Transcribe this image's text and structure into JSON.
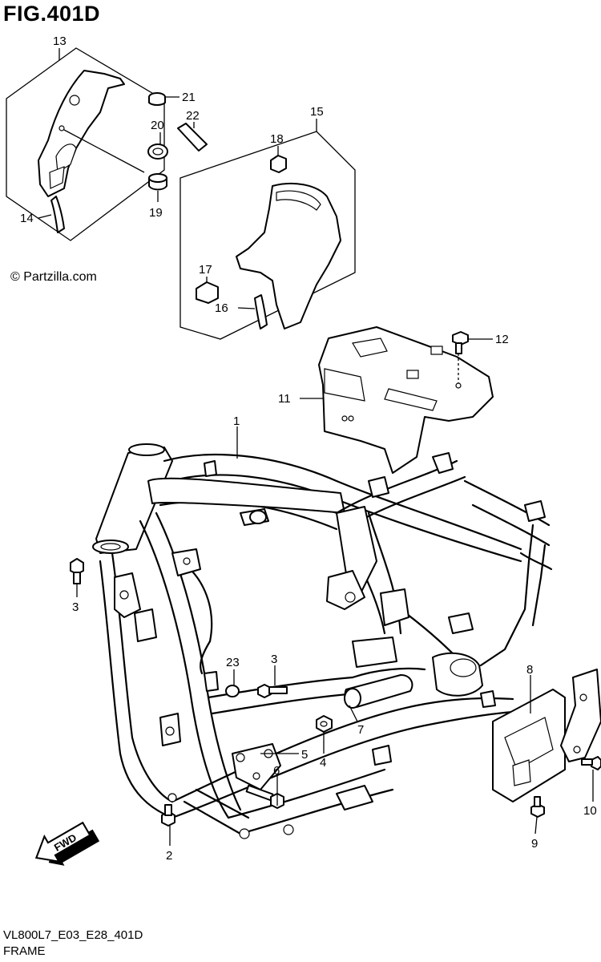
{
  "figure": {
    "title": "FIG.401D",
    "credit": "© Partzilla.com",
    "model_code": "VL800L7_E03_E28_401D",
    "caption": "FRAME"
  },
  "callouts": [
    "1",
    "2",
    "3",
    "3",
    "4",
    "5",
    "6",
    "7",
    "8",
    "9",
    "10",
    "11",
    "12",
    "13",
    "14",
    "15",
    "16",
    "17",
    "18",
    "19",
    "20",
    "21",
    "22",
    "23"
  ],
  "fwd_label": "FWD"
}
